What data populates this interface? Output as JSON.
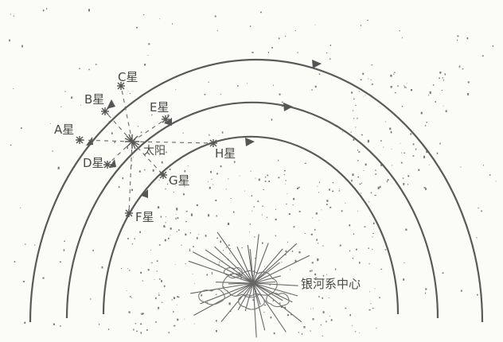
{
  "diagram": {
    "stars": {
      "a": "A星",
      "b": "B星",
      "c": "C星",
      "d": "D星",
      "e": "E星",
      "f": "F星",
      "g": "G星",
      "h": "H星"
    },
    "sun": "太阳",
    "galactic_center": "银河系中心"
  }
}
